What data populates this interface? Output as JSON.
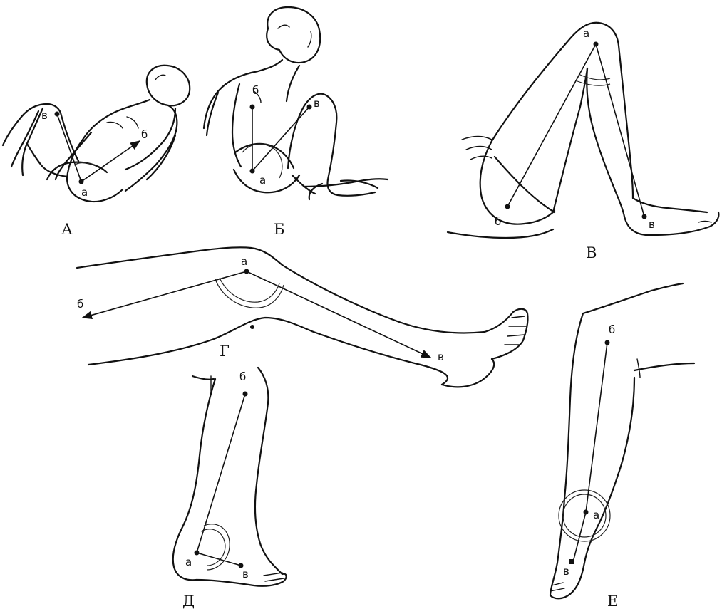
{
  "figures": [
    {
      "caption": "А",
      "points": {
        "a": "а",
        "b": "б",
        "v": "в"
      }
    },
    {
      "caption": "Б",
      "points": {
        "a": "а",
        "b": "б",
        "v": "в"
      }
    },
    {
      "caption": "В",
      "points": {
        "a": "а",
        "b": "б",
        "v": "в"
      }
    },
    {
      "caption": "Г",
      "points": {
        "a": "а",
        "b": "б",
        "v": "в"
      }
    },
    {
      "caption": "Д",
      "points": {
        "a": "а",
        "b": "б",
        "v": "в"
      }
    },
    {
      "caption": "Е",
      "points": {
        "a": "а",
        "b": "б",
        "v": "в"
      }
    }
  ],
  "colors": {
    "ink": "#111111",
    "background": "#ffffff"
  }
}
